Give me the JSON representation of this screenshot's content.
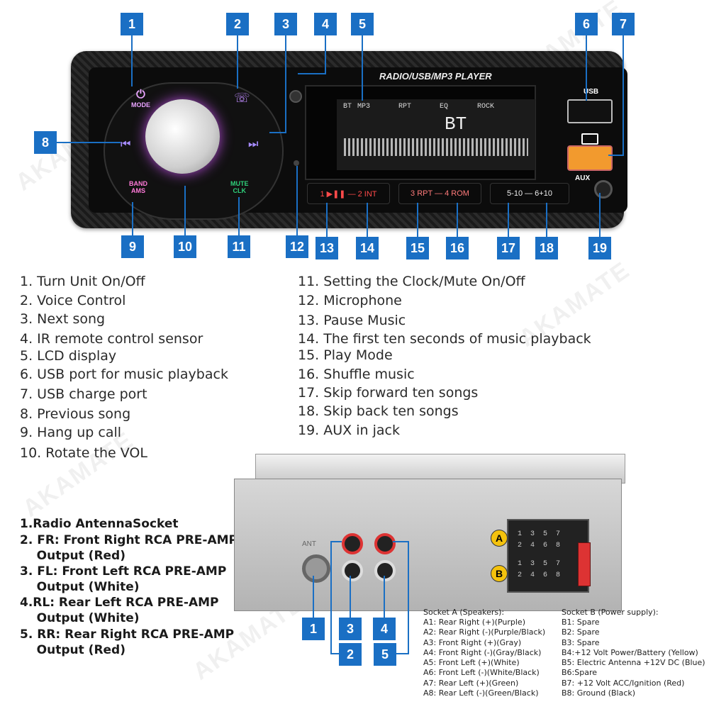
{
  "watermark": "AKAMATE",
  "front_panel": {
    "lcd_title": "RADIO/USB/MP3 PLAYER",
    "lcd_indicators": [
      "BT",
      "MP3",
      "RPT",
      "EQ",
      "ROCK"
    ],
    "lcd_main": "BT",
    "buttons": {
      "mode": "MODE",
      "band": "BAND",
      "ams": "AMS",
      "mute": "MUTE",
      "clk": "CLK",
      "b1": "1 ▶❚❚ — 2 INT",
      "b2": "3 RPT — 4 ROM",
      "b3": "5-10 — 6+10"
    },
    "usb_label": "USB",
    "aux_label": "AUX"
  },
  "callouts_front": [
    "1",
    "2",
    "3",
    "4",
    "5",
    "6",
    "7",
    "8",
    "9",
    "10",
    "11",
    "12",
    "13",
    "14",
    "15",
    "16",
    "17",
    "18",
    "19"
  ],
  "features_left": [
    "1.  Turn Unit On/Off",
    "2. Voice Control",
    "3. Next song",
    "4. IR remote control sensor",
    "5. LCD display",
    "6. USB port for music playback",
    "7. USB charge port",
    "8. Previous song",
    "9. Hang up call",
    "10. Rotate the VOL"
  ],
  "features_right": [
    "11. Setting the Clock/Mute On/Off",
    "12. Microphone",
    "13. Pause Music",
    "14. The first ten seconds of music playback",
    "15. Play Mode",
    "16. Shuffle music",
    "17. Skip forward ten songs",
    "18. Skip back ten songs",
    "19. AUX in jack"
  ],
  "rear_list": [
    "1.Radio AntennaSocket",
    "2. FR: Front Right RCA PRE-AMP",
    "    Output (Red)",
    "3.  FL: Front Left RCA PRE-AMP",
    "    Output (White)",
    "4.RL: Rear Left RCA PRE-AMP",
    "    Output (White)",
    "5.  RR: Rear Right RCA PRE-AMP",
    "    Output (Red)"
  ],
  "rear_unit": {
    "antenna_label": "ANT",
    "socket_a_badge": "A",
    "socket_b_badge": "B",
    "socket_a_row1": "1  3  5  7",
    "socket_a_row2": "2  4  6  8",
    "socket_b_row1": "1  3  5  7",
    "socket_b_row2": "2  4  6  8",
    "callouts": [
      "1",
      "2",
      "3",
      "4",
      "5"
    ]
  },
  "socket_a": {
    "heading": "Socket A (Speakers):",
    "items": [
      "A1: Rear Right (+)(Purple)",
      "A2: Rear Right (-)(Purple/Black)",
      "A3: Front Right (+)(Gray)",
      "A4: Front Right (-)(Gray/Black)",
      "A5: Front Left (+)(White)",
      "A6: Front Left (-)(White/Black)",
      "A7: Rear Left (+)(Green)",
      "A8: Rear Left (-)(Green/Black)"
    ]
  },
  "socket_b": {
    "heading": "Socket B (Power supply):",
    "items": [
      "B1: Spare",
      "B2: Spare",
      "B3: Spare",
      "B4:+12 Volt Power/Battery (Yellow)",
      "B5: Electric Antenna +12V DC (Blue)",
      "B6:Spare",
      "B7: +12 Volt ACC/Ignition (Red)",
      "B8: Ground (Black)"
    ]
  },
  "colors": {
    "callout": "#1a6fc4",
    "accent_purple": "#b24bd6",
    "accent_green": "#2fd07a",
    "accent_red": "#e03c3c"
  }
}
